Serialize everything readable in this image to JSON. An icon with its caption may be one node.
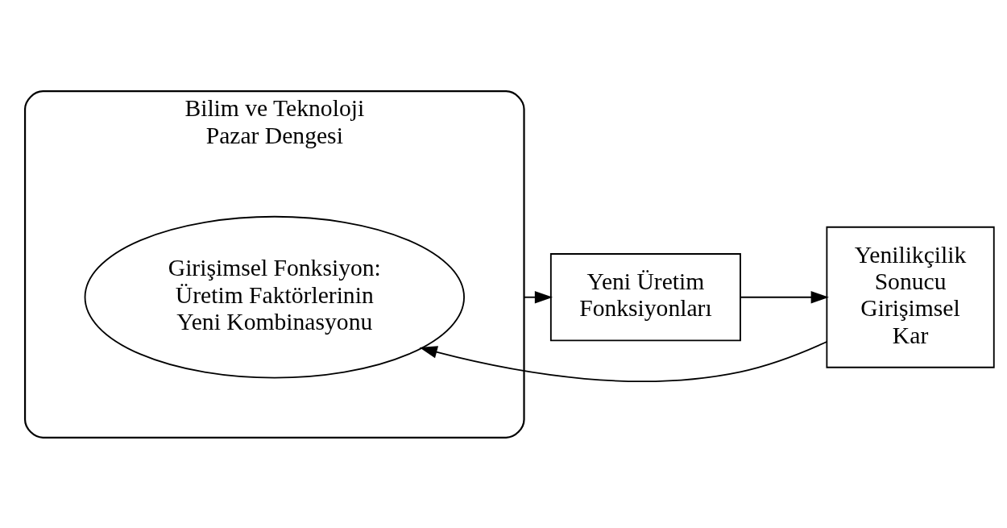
{
  "diagram": {
    "nodes": [
      {
        "text": [
          "Bilim ve Teknoloji",
          "Pazar Dengesi"
        ]
      },
      {
        "text": [
          "Girişimsel Fonksiyon: Üretim Faktörlerinin Yeni Kombinasyonu"
        ],
        "in": 0
      },
      {
        "text": [
          "Yeni Üretim Fonksiyonları"
        ]
      },
      {
        "text": [
          "Yenilikçilik Sonucu Girişimsel Kar"
        ]
      }
    ],
    "edges": [
      {
        "from": 0,
        "to": 2,
        "arrow": "to"
      },
      {
        "from": 2,
        "to": 3,
        "arrow": "to"
      },
      {
        "from": 3,
        "to": 1,
        "arrow": "to"
      }
    ]
  }
}
